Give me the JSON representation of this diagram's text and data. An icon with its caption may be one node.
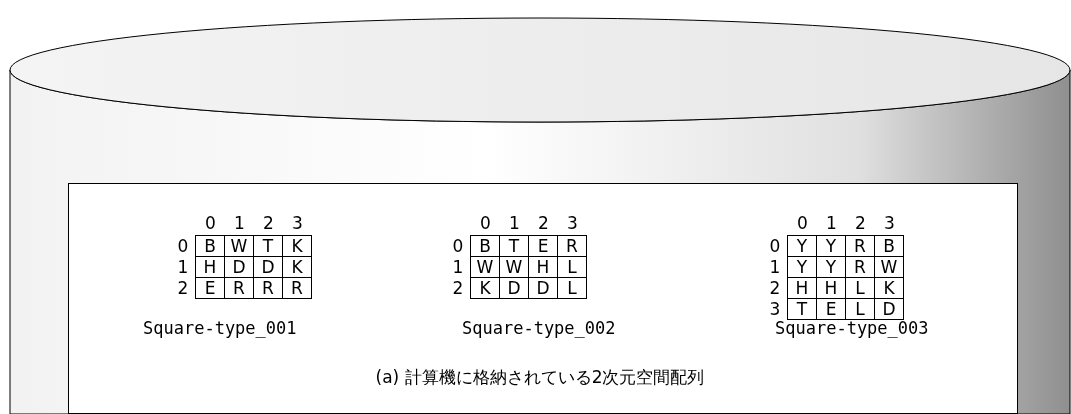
{
  "diagram": {
    "caption": "(a) 計算機に格納されている2次元空間配列",
    "labels": [
      "0",
      "1",
      "2",
      "3",
      "0",
      "B",
      "W",
      "T",
      "K",
      "1",
      "H",
      "D",
      "D",
      "K",
      "2",
      "E",
      "R",
      "R",
      "R",
      "0",
      "1",
      "2",
      "3",
      "0",
      "B",
      "T",
      "E",
      "R",
      "1",
      "W",
      "W",
      "H",
      "L",
      "2",
      "K",
      "D",
      "D",
      "L",
      "0",
      "1",
      "2",
      "3",
      "0",
      "Y",
      "Y",
      "R",
      "B",
      "1",
      "Y",
      "Y",
      "R",
      "W",
      "2",
      "H",
      "H",
      "L",
      "K",
      "3",
      "T",
      "E",
      "L",
      "D",
      "Square-type_001",
      "Square-type_002",
      "Square-type_003"
    ]
  }
}
